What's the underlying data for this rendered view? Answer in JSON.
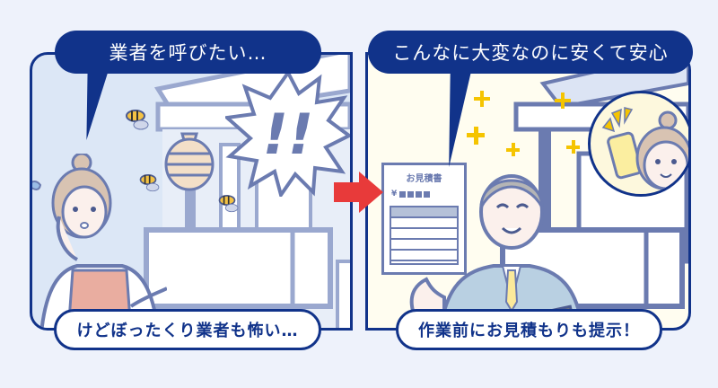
{
  "colors": {
    "background": "#eef2fb",
    "navy": "#11338a",
    "left_panel_bg": "#dce7f6",
    "right_panel_bg": "#fffdf0",
    "arrow": "#e83a3a",
    "sparkle": "#f5c400",
    "line_art": "#6b7bb0"
  },
  "left_panel": {
    "top_bubble": "業者を呼びたい…",
    "bottom_bubble": "けどぼったくり業者も怖い…",
    "exclamation": "!!"
  },
  "right_panel": {
    "top_bubble": "こんなに大変なのに安くて安心",
    "bottom_bubble": "作業前にお見積もりも提示！",
    "document": {
      "title": "お見積書",
      "yen": "¥"
    }
  },
  "icons": {
    "arrow": "arrow-right-icon",
    "hive": "beehive-icon",
    "bee": "hornet-icon",
    "phone": "smartphone-icon",
    "sparkle": "sparkle-icon"
  }
}
